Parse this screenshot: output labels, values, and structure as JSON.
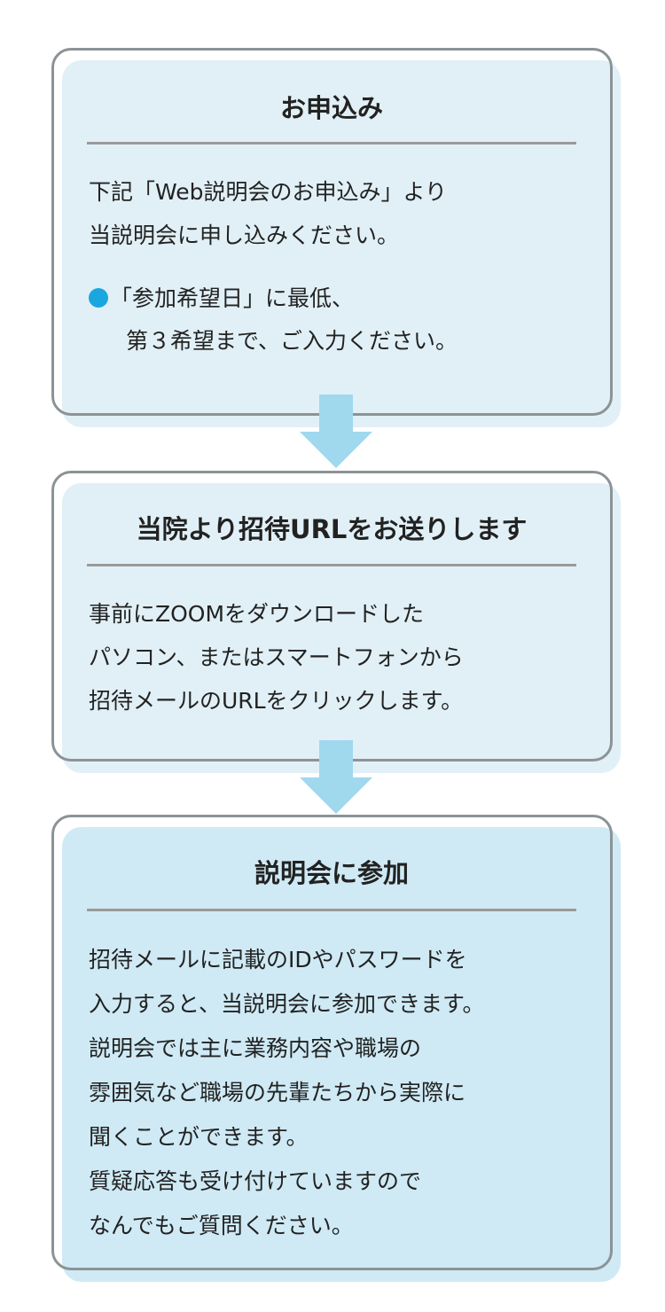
{
  "colors": {
    "box_fill": "#e1f0f6",
    "box_fill_last": "#cfeaf5",
    "border": "#8c9396",
    "arrow": "#a0d8ee",
    "bullet": "#1aa7e0"
  },
  "steps": [
    {
      "title": "お申込み",
      "lines": [
        "下記「Web説明会のお申込み」より",
        "当説明会に申し込みください。"
      ],
      "bullet": {
        "icon": "circle-bullet",
        "lines": [
          "「参加希望日」に最低、",
          "第３希望まで、ご入力ください。"
        ]
      }
    },
    {
      "title": "当院より招待URLをお送りします",
      "lines": [
        "事前にZOOMをダウンロードした",
        "パソコン、またはスマートフォンから",
        "招待メールのURLをクリックします。"
      ]
    },
    {
      "title": "説明会に参加",
      "lines": [
        "招待メールに記載のIDやパスワードを",
        "入力すると、当説明会に参加できます。",
        "説明会では主に業務内容や職場の",
        "雰囲気など職場の先輩たちから実際に",
        "聞くことができます。",
        "質疑応答も受け付けていますので",
        "なんでもご質問ください。"
      ]
    }
  ]
}
